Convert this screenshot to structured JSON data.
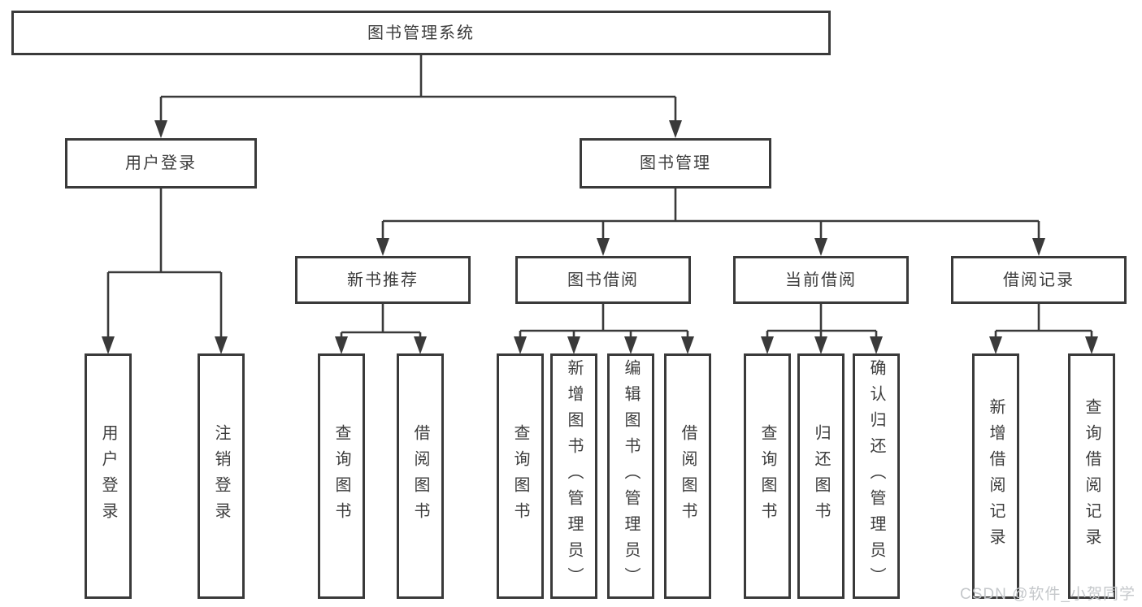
{
  "diagram": {
    "type": "hierarchy-tree",
    "title": "图书管理系统",
    "tree": {
      "root": {
        "label": "图书管理系统",
        "children": [
          {
            "label": "用户登录",
            "children": [
              {
                "label": "用户登录"
              },
              {
                "label": "注销登录"
              }
            ]
          },
          {
            "label": "图书管理",
            "children": [
              {
                "label": "新书推荐",
                "children": [
                  {
                    "label": "查询图书"
                  },
                  {
                    "label": "借阅图书"
                  }
                ]
              },
              {
                "label": "图书借阅",
                "children": [
                  {
                    "label": "查询图书"
                  },
                  {
                    "label": "新增图书（管理员）"
                  },
                  {
                    "label": "编辑图书（管理员）"
                  },
                  {
                    "label": "借阅图书"
                  }
                ]
              },
              {
                "label": "当前借阅",
                "children": [
                  {
                    "label": "查询图书"
                  },
                  {
                    "label": "归还图书"
                  },
                  {
                    "label": "确认归还（管理员）"
                  }
                ]
              },
              {
                "label": "借阅记录",
                "children": [
                  {
                    "label": "新增借阅记录"
                  },
                  {
                    "label": "查询借阅记录"
                  }
                ]
              }
            ]
          }
        ]
      }
    }
  },
  "watermark": "CSDN @软件_小贺同学",
  "colors": {
    "line": "#3a3a3a",
    "box_border": "#3a3a3a",
    "text": "#3d3d3d",
    "watermark": "#c5c8cb",
    "background": "#ffffff"
  }
}
